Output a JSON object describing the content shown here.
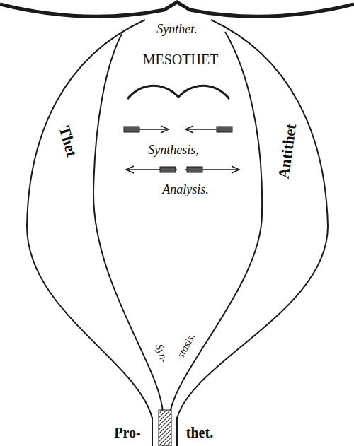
{
  "diagram": {
    "labels": [
      "Synthet.",
      "MESOTHET",
      "Synthesis,",
      "Analysis.",
      "Thet",
      "Antithet",
      "Syn-",
      "stasis.",
      "Pro-",
      "thet."
    ]
  }
}
